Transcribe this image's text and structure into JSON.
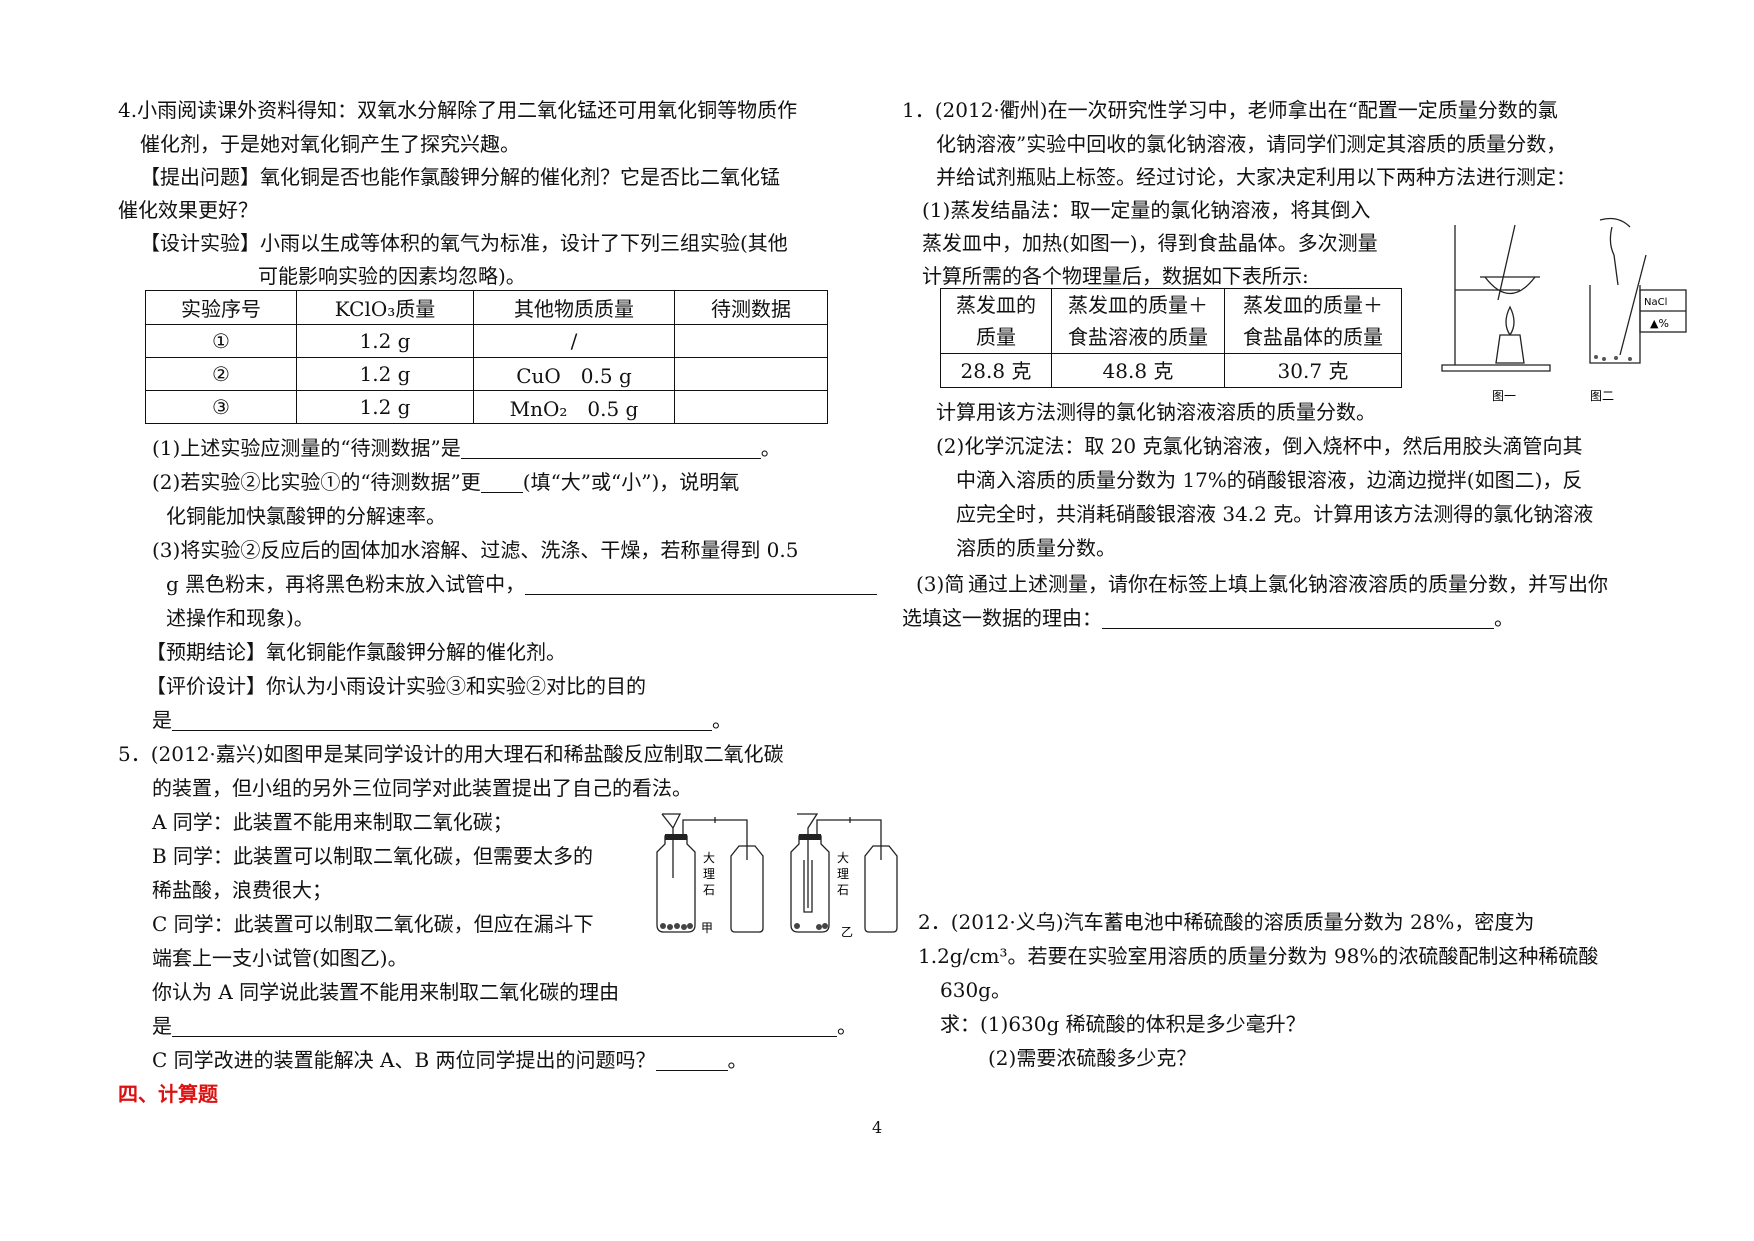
{
  "q4": {
    "line1": "4.小雨阅读课外资料得知：双氧水分解除了用二氧化锰还可用氧化铜等物质作",
    "line2": "催化剂，于是她对氧化铜产生了探究兴趣。",
    "line3": "【提出问题】氧化铜是否也能作氯酸钾分解的催化剂？它是否比二氧化锰",
    "line4": "催化效果更好？",
    "line5": "【设计实验】小雨以生成等体积的氧气为标准，设计了下列三组实验(其他",
    "line6": "可能影响实验的因素均忽略)。",
    "table": {
      "headers": [
        "实验序号",
        "KClO₃质量",
        "其他物质质量",
        "待测数据"
      ],
      "rows": [
        [
          "①",
          "1.2 g",
          "/",
          ""
        ],
        [
          "②",
          "1.2 g",
          "CuO　0.5 g",
          ""
        ],
        [
          "③",
          "1.2 g",
          "MnO₂　0.5 g",
          ""
        ]
      ]
    },
    "s1": "(1)上述实验应测量的“待测数据”是",
    "s1_end": "。",
    "s2a": "(2)若实验②比实验①的“待测数据”更",
    "s2b": "(填“大”或“小”)，说明氧",
    "s2c": "化铜能加快氯酸钾的分解速率。",
    "s3a": "(3)将实验②反应后的固体加水溶解、过滤、洗涤、干燥，若称量得到 0.5",
    "s3b": "g 黑色粉末，再将黑色粉末放入试管中，",
    "s3c": "述操作和现象)。",
    "s3_overlap": "(3)简",
    "conclusion": "【预期结论】氧化铜能作氯酸钾分解的催化剂。",
    "evaluate": "【评价设计】你认为小雨设计实验③和实验②对比的目的",
    "evaluate_b": "是",
    "evaluate_end": "。"
  },
  "q5": {
    "line1": "5．(2012·嘉兴)如图甲是某同学设计的用大理石和稀盐酸反应制取二氧化碳",
    "line2": "的装置，但小组的另外三位同学对此装置提出了自己的看法。",
    "a": "A 同学：此装置不能用来制取二氧化碳；",
    "b1": "B 同学：此装置可以制取二氧化碳，但需要太多的",
    "b2": "稀盐酸，浪费很大；",
    "c1": "C 同学：此装置可以制取二氧化碳，但应在漏斗下",
    "c2": "端套上一支小试管(如图乙)。",
    "q1": "你认为 A 同学说此装置不能用来制取二氧化碳的理由",
    "q1b": "是",
    "q1_end": "。",
    "q2": "C 同学改进的装置能解决 A、B 两位同学提出的问题吗？",
    "q2_end": "。",
    "fig_label_a": "甲",
    "fig_label_b": "乙",
    "fig_marble": [
      "大",
      "理",
      "石"
    ]
  },
  "section4": "四、计算题",
  "r1": {
    "line1": "1．(2012·衢州)在一次研究性学习中，老师拿出在“配置一定质量分数的氯",
    "line2": "化钠溶液”实验中回收的氯化钠溶液，请同学们测定其溶质的质量分数，",
    "line3": "并给试剂瓶贴上标签。经过讨论，大家决定利用以下两种方法进行测定：",
    "m1a": "(1)蒸发结晶法：取一定量的氯化钠溶液，将其倒入",
    "m1b": "蒸发皿中，加热(如图一)，得到食盐晶体。多次测量",
    "m1c": "计算所需的各个物理量后，数据如下表所示:",
    "table": {
      "headers": [
        [
          "蒸发皿的",
          "质量"
        ],
        [
          "蒸发皿的质量＋",
          "食盐溶液的质量"
        ],
        [
          "蒸发皿的质量＋",
          "食盐晶体的质量"
        ]
      ],
      "values": [
        "28.8 克",
        "48.8 克",
        "30.7 克"
      ]
    },
    "m1d": "计算用该方法测得的氯化钠溶液溶质的质量分数。",
    "m2a": "(2)化学沉淀法：取 20 克氯化钠溶液，倒入烧杯中，然后用胶头滴管向其",
    "m2b": "中滴入溶质的质量分数为 17%的硝酸银溶液，边滴边搅拌(如图二)，反",
    "m2c": "应完全时，共消耗硝酸银溶液 34.2 克。计算用该方法测得的氯化钠溶液",
    "m2d": "溶质的质量分数。",
    "m3a": "通过上述测量，请你在标签上填上氯化钠溶液溶质的质量分数，并写出你",
    "m3b": "选填这一数据的理由：",
    "m3_end": "。",
    "fig1": "图一",
    "fig2": "图二",
    "label_nacl": "NaCl",
    "label_pct": "▲%"
  },
  "r2": {
    "line1": "2．(2012·义乌)汽车蓄电池中稀硫酸的溶质质量分数为 28%，密度为",
    "line2": "1.2g/cm³。若要在实验室用溶质的质量分数为 98%的浓硫酸配制这种稀硫酸",
    "line3": "630g。",
    "ask1": "求：(1)630g 稀硫酸的体积是多少毫升？",
    "ask2": "(2)需要浓硫酸多少克？"
  },
  "page_number": "4"
}
